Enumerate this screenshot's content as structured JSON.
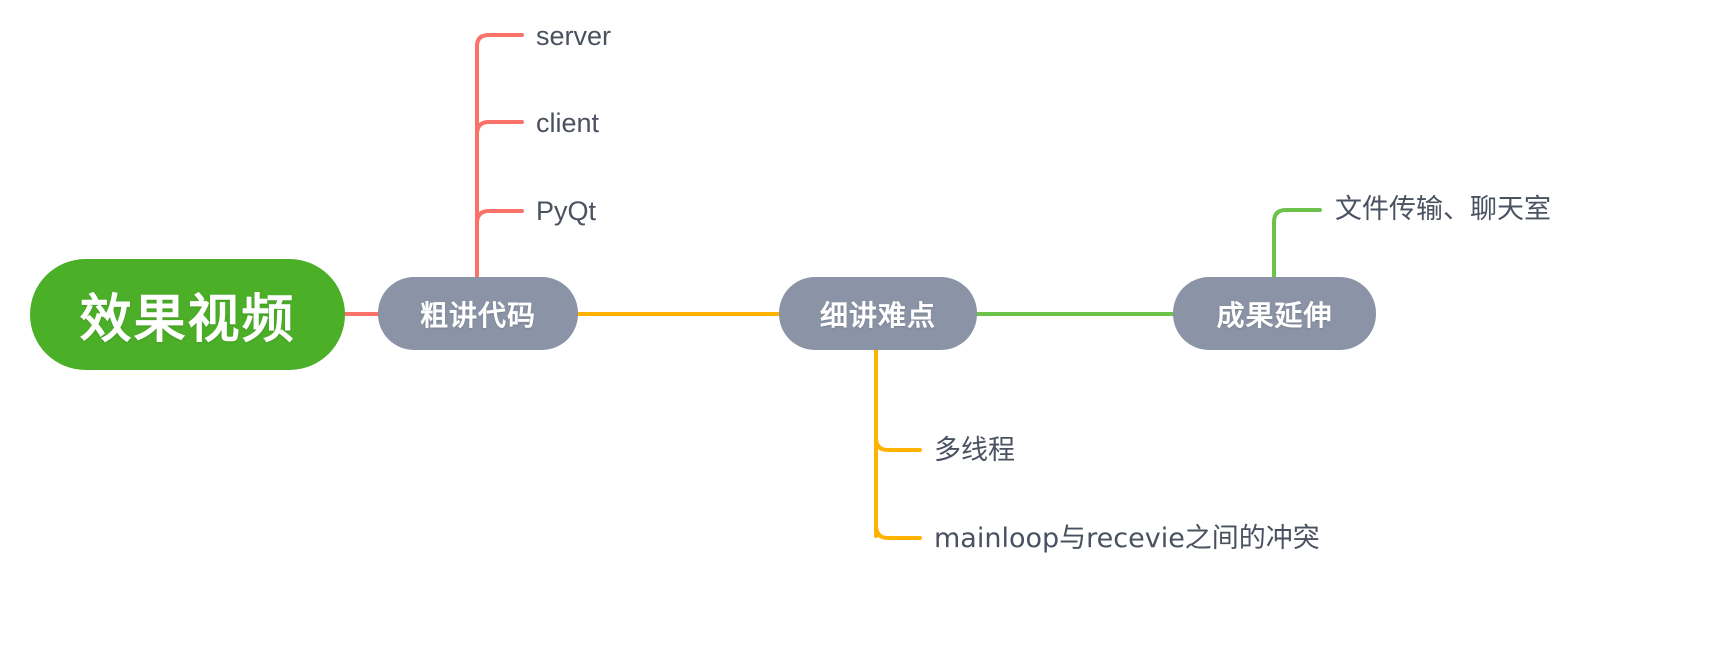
{
  "diagram": {
    "type": "mind-map",
    "title": "",
    "background_color": "#ffffff",
    "root": {
      "label": "效果视频",
      "color": "#4caf28",
      "text_color": "#ffffff"
    },
    "branch_color": "#8b94a6",
    "branches": [
      {
        "label": "粗讲代码",
        "link_color": "#fa7268",
        "children": [
          {
            "label": "server"
          },
          {
            "label": "client"
          },
          {
            "label": "PyQt"
          }
        ]
      },
      {
        "label": "细讲难点",
        "link_color": "#ffb300",
        "children": [
          {
            "label": "多线程"
          },
          {
            "label": "mainloop与recevie之间的冲突"
          }
        ]
      },
      {
        "label": "成果延伸",
        "link_color": "#6cc24a",
        "children": [
          {
            "label": "文件传输、聊天室"
          }
        ]
      }
    ],
    "colors": {
      "red": "#fa7268",
      "orange": "#ffb300",
      "green_link": "#6cc24a",
      "green_node": "#4caf28",
      "gray_node": "#8b94a6",
      "leaf_text": "#4a5160"
    }
  }
}
